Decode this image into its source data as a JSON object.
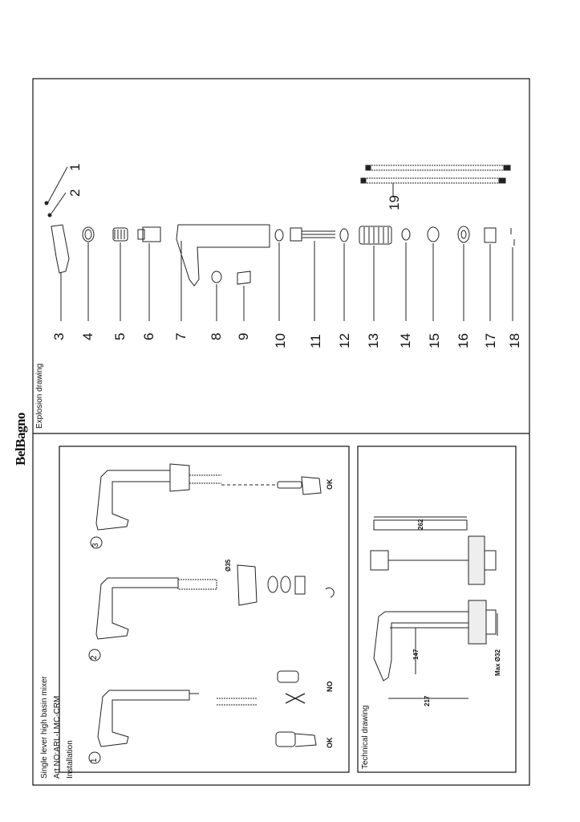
{
  "brand": {
    "logo_text": "BelBagno"
  },
  "header": {
    "product_title": "Single lever high basin mixer",
    "article_number": "Art NO:ARL-LMC-CRM",
    "section_label": "Installation"
  },
  "sections": {
    "explosion_title": "Explosion drawing",
    "technical_title": "Technical drawing"
  },
  "installation_steps": [
    {
      "number": "1",
      "check_ok": "OK",
      "check_no": "NO"
    },
    {
      "number": "2",
      "hole_diameter": "Ø35"
    },
    {
      "number": "3",
      "check_ok": "OK"
    }
  ],
  "part_numbers": [
    "1",
    "2",
    "3",
    "4",
    "5",
    "6",
    "7",
    "8",
    "9",
    "10",
    "11",
    "12",
    "13",
    "14",
    "15",
    "16",
    "17",
    "18",
    "19"
  ],
  "dimensions": {
    "height": "262",
    "spout_height": "147",
    "reach": "217",
    "max_panel": "Max Ø32"
  }
}
